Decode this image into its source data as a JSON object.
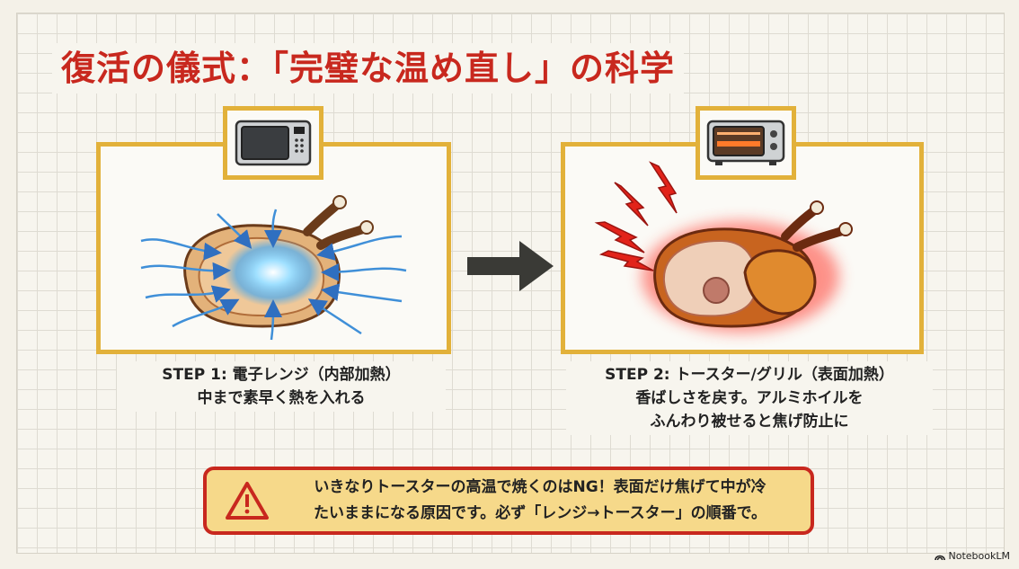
{
  "title": "復活の儀式：「完璧な温め直し」の科学",
  "step1": {
    "heading": "STEP 1: 電子レンジ（内部加熱）",
    "description": "中まで素早く熱を入れる",
    "icon": "microwave-icon"
  },
  "step2": {
    "heading": "STEP 2: トースター/グリル（表面加熱）",
    "description_line1": "香ばしさを戻す。アルミホイルを",
    "description_line2": "ふんわり被せると焦げ防止に",
    "icon": "toaster-oven-icon"
  },
  "warning": {
    "line1": "いきなりトースターの高温で焼くのはNG！表面だけ焦げて中が冷",
    "line2": "たいままになる原因です。必ず「レンジ→トースター」の順番で。",
    "icon": "warning-icon"
  },
  "brand": "NotebookLM",
  "colors": {
    "title_red": "#c8281e",
    "frame_gold": "#e2b13a",
    "warning_bg": "#f6d98a",
    "heat_blue": "#3f8fd8",
    "heat_red": "#e2231a"
  }
}
